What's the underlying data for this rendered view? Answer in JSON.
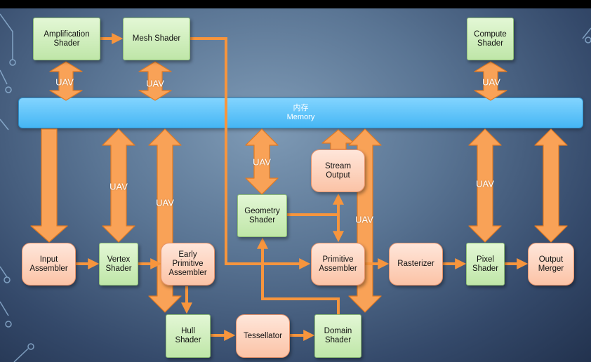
{
  "memory": {
    "label_cn": "内存",
    "label_en": "Memory"
  },
  "nodes": {
    "amplification_shader": "Amplification\nShader",
    "mesh_shader": "Mesh Shader",
    "compute_shader": "Compute\nShader",
    "input_assembler": "Input\nAssembler",
    "vertex_shader": "Vertex\nShader",
    "early_primitive_assembler": "Early\nPrimitive\nAssembler",
    "geometry_shader": "Geometry\nShader",
    "stream_output": "Stream\nOutput",
    "primitive_assembler": "Primitive\nAssembler",
    "rasterizer": "Rasterizer",
    "pixel_shader": "Pixel\nShader",
    "output_merger": "Output\nMerger",
    "hull_shader": "Hull\nShader",
    "tessellator": "Tessellator",
    "domain_shader": "Domain\nShader"
  },
  "uav_label": "UAV",
  "colors": {
    "arrow": "#f7953d",
    "arrow_outline": "#e17a22",
    "memory_bar": "#4ab8f4",
    "shader_box": "#c9ecb3",
    "fixed_function_box": "#fdd0b8"
  }
}
